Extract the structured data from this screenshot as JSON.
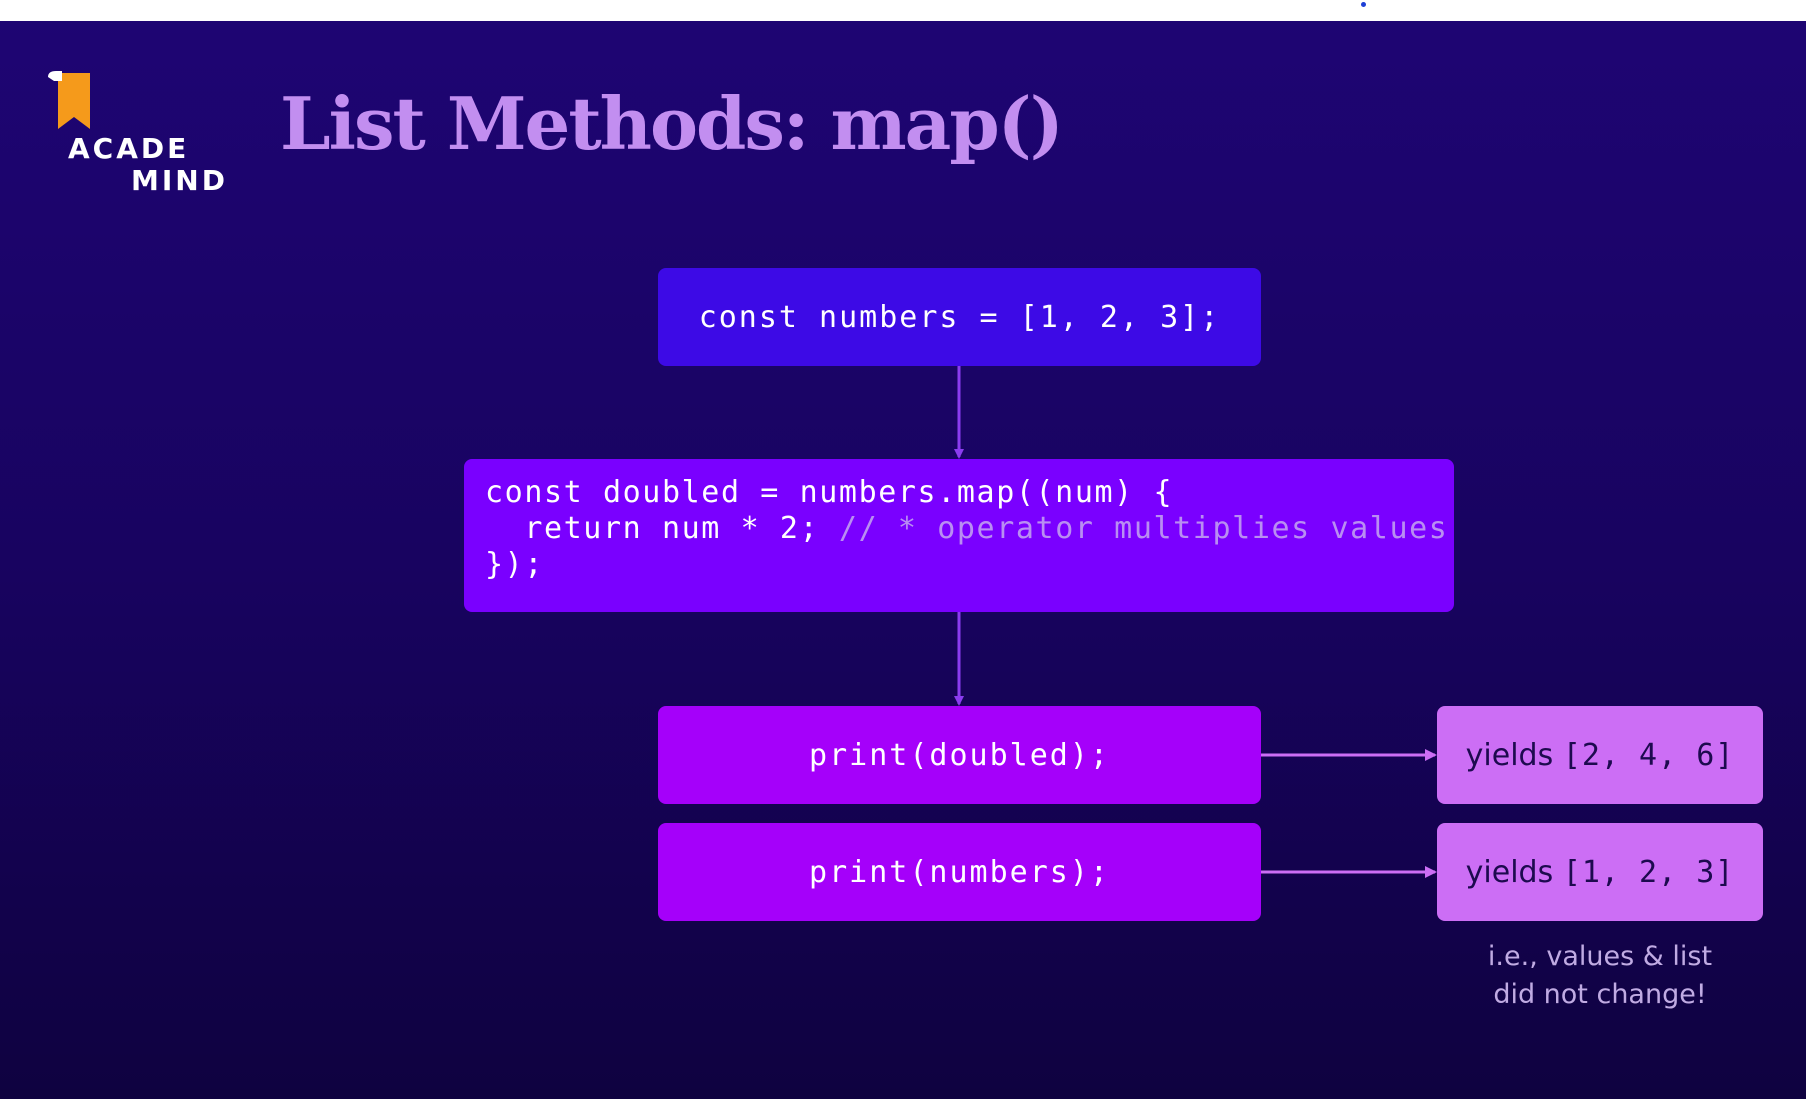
{
  "title": "List Methods: map()",
  "logo": {
    "line1": "ACADE",
    "line2": "MIND",
    "icon": "academind-bookmark-logo"
  },
  "diagram": {
    "box1": "const numbers = [1, 2, 3];",
    "box2": {
      "line1": "const doubled = numbers.map((num) {",
      "line2_code": "  return num * 2; ",
      "line2_comment": "// * operator multiplies values",
      "line3": "});"
    },
    "box3": "print(doubled);",
    "box4": "print(numbers);",
    "result1": {
      "word": "yields ",
      "value": "[2, 4, 6]"
    },
    "result2": {
      "word": "yields ",
      "value": "[1, 2, 3]"
    },
    "note": {
      "line1": "i.e., values & list",
      "line2": "did not change!"
    }
  },
  "colors": {
    "background_top": "#1e0573",
    "background_bottom": "#0f0240",
    "title": "#c28ef0",
    "box1": "#3d0ae6",
    "box2": "#7a00ff",
    "box_print": "#a500fa",
    "result": "#cc6ef5",
    "arrow": "#8b3cf0",
    "logo_accent": "#f59a1b"
  }
}
